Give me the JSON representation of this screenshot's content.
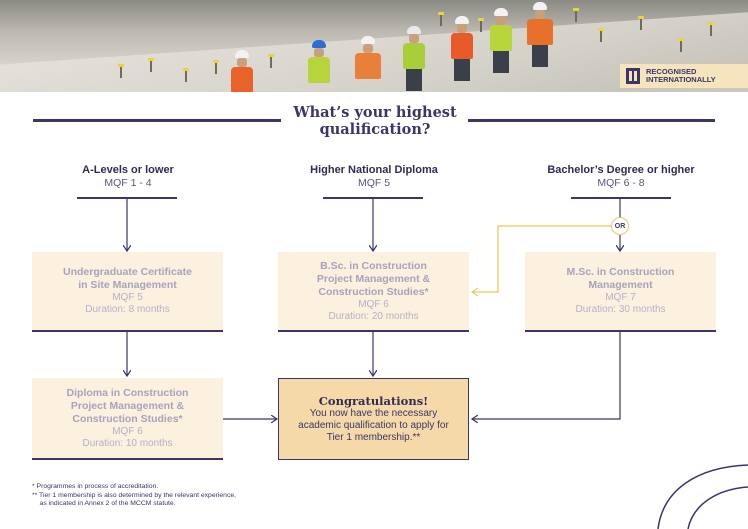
{
  "banner": {
    "badge_line1": "RECOGNISED",
    "badge_line2": "INTERNATIONALLY"
  },
  "title": {
    "line1": "What’s your highest",
    "line2": "qualification?"
  },
  "columns": [
    {
      "heading": "A-Levels or lower",
      "mqf": "MQF 1 - 4"
    },
    {
      "heading": "Higher National Diploma",
      "mqf": "MQF 5"
    },
    {
      "heading": "Bachelor’s Degree or higher",
      "mqf": "MQF 6 - 8"
    }
  ],
  "or_label": "OR",
  "boxes": {
    "undergrad_cert": {
      "title_line1": "Undergraduate Certificate",
      "title_line2": "in Site Management",
      "mqf": "MQF 5",
      "duration": "Duration: 8 months"
    },
    "bsc": {
      "title_line1": "B.Sc. in Construction",
      "title_line2": "Project Management &",
      "title_line3": "Construction Studies*",
      "mqf": "MQF 6",
      "duration": "Duration: 20 months"
    },
    "msc": {
      "title_line1": "M.Sc. in Construction",
      "title_line2": "Management",
      "mqf": "MQF  7",
      "duration": "Duration: 30 months"
    },
    "diploma": {
      "title_line1": "Diploma in Construction",
      "title_line2": "Project Management &",
      "title_line3": "Construction Studies*",
      "mqf": "MQF 6",
      "duration": "Duration: 10 months"
    },
    "congrats": {
      "title": "Congratulations!",
      "line1": "You now have the necessary",
      "line2": "academic qualification to apply for",
      "line3": "Tier 1 membership.**"
    }
  },
  "footnotes": {
    "line1": "*   Programmes in process of accreditation.",
    "line2": "** Tier 1 membership is also determined by the relevant experience,",
    "line3": "    as indicated in Annex 2 of the MCCM statute."
  },
  "colors": {
    "navy": "#3b3569",
    "box_fill": "#fbf1de",
    "final_fill": "#f5d9a8",
    "or_connector": "#f0cf6e"
  }
}
